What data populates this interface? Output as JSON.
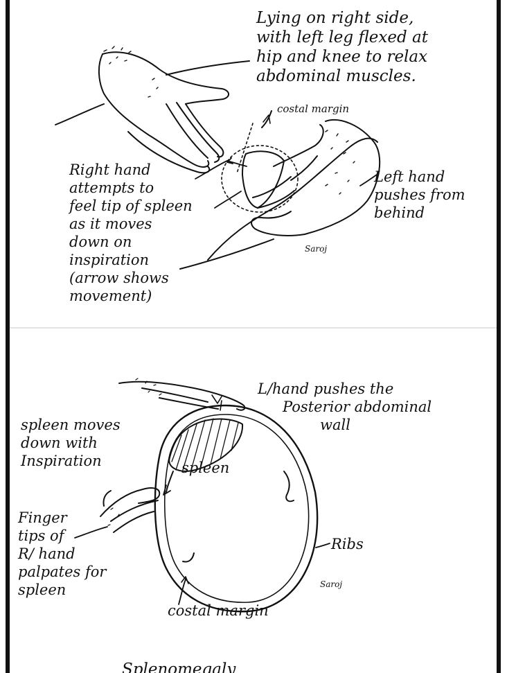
{
  "top_figure": {
    "position_note": [
      "Lying on right side,",
      "with left leg flexed at",
      "hip and knee to relax",
      "abdominal muscles."
    ],
    "costal_margin_label": "costal margin",
    "right_hand_note": [
      "Right hand",
      "attempts to",
      "feel tip of spleen",
      "as it moves",
      "down on",
      "inspiration",
      "(arrow shows",
      "movement)"
    ],
    "left_hand_note": [
      "Left hand",
      "pushes from",
      "behind"
    ],
    "signature": "Saroj"
  },
  "bottom_figure": {
    "pushes_note": [
      "L/hand pushes the",
      "Posterior abdominal",
      "wall"
    ],
    "moves_note": [
      "spleen moves",
      "down with",
      "Inspiration"
    ],
    "spleen_label": "spleen",
    "fingertips_note": [
      "Finger",
      "tips of",
      "R/ hand",
      "palpates for",
      "spleen"
    ],
    "ribs_label": "Ribs",
    "costal_margin_label": "costal margin",
    "signature": "Saroj"
  },
  "footer_partial": "Splenomegaly"
}
